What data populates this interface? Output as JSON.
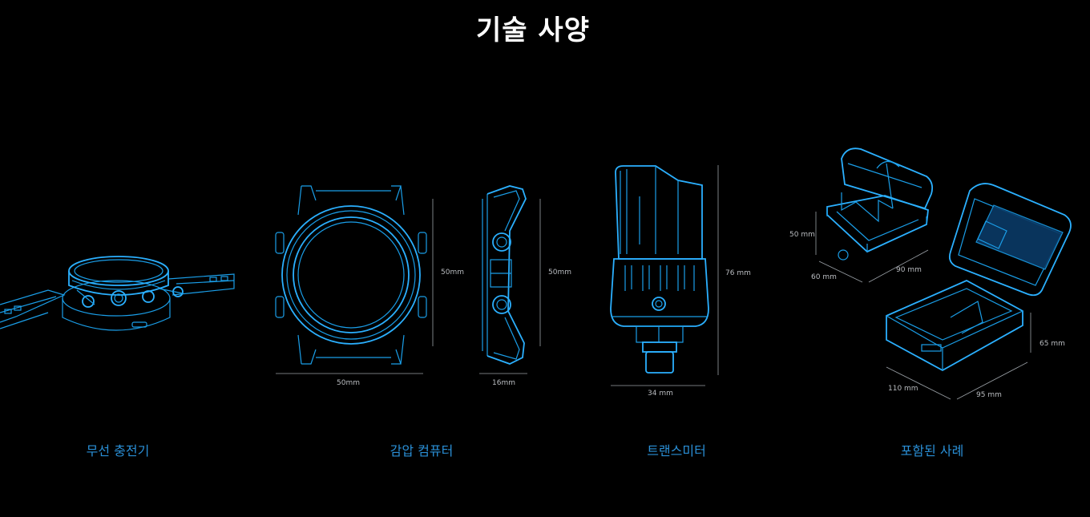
{
  "page": {
    "title": "기술 사양"
  },
  "products": [
    {
      "id": "charger",
      "caption": "무선 충전기"
    },
    {
      "id": "computer",
      "caption": "감압 컴퓨터",
      "dims": {
        "front_height": "50mm",
        "front_width": "50mm",
        "side_height": "50mm",
        "side_depth": "16mm"
      }
    },
    {
      "id": "transmitter",
      "caption": "트랜스미터",
      "dims": {
        "height": "76 mm",
        "width": "34 mm"
      }
    },
    {
      "id": "case",
      "caption": "포함된 사례",
      "dims": {
        "small_h": "50 mm",
        "small_d": "60 mm",
        "small_w": "90 mm",
        "large_h": "65 mm",
        "large_d": "110 mm",
        "large_w": "95 mm"
      }
    }
  ],
  "colors": {
    "background": "#000000",
    "line": "#1a9ee8",
    "caption": "#2a8fd6",
    "dimension_text": "#b9bcc0"
  },
  "icons": [
    "charger-illustration",
    "watch-front-illustration",
    "watch-side-illustration",
    "transmitter-illustration",
    "case-illustration"
  ]
}
